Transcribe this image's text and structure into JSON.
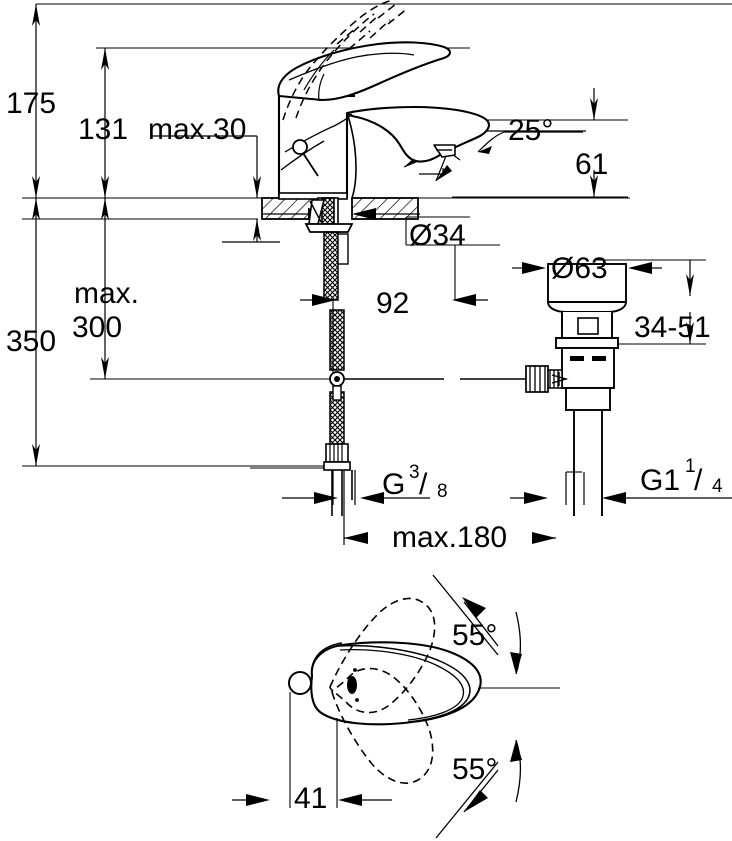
{
  "drawing": {
    "title": "Single-lever basin mixer installation drawing",
    "units": "mm",
    "line_color": "#1a1a1a",
    "background": "#ffffff"
  },
  "dimensions": {
    "spout_height": "175",
    "body_height": "131",
    "counter_thickness": "max.30",
    "total_height": "350",
    "max_reach_depth": "max.\n300",
    "max_depth_line1": "max.",
    "max_depth_line2": "300",
    "spout_angle": "25°",
    "spout_projection": "61",
    "hole_diameter": "Ø34",
    "shank_length": "92",
    "waste_flange_diameter": "Ø63",
    "waste_thickness_range": "34-51",
    "supply_thread": "G 3/8",
    "supply_thread_letter": "G",
    "supply_thread_numerator": "3",
    "supply_thread_denominator": "8",
    "waste_thread": "G1 1/4",
    "waste_thread_letter": "G1",
    "waste_thread_numerator": "1",
    "waste_thread_denominator": "4",
    "supply_hose_length": "max.180",
    "handle_offset": "41",
    "handle_swivel_upper": "55°",
    "handle_swivel_lower": "55°"
  },
  "views": {
    "elevation_label": "faucet-elevation-view",
    "waste_label": "pop-up-waste-assembly",
    "plan_label": "handle-plan-view"
  }
}
